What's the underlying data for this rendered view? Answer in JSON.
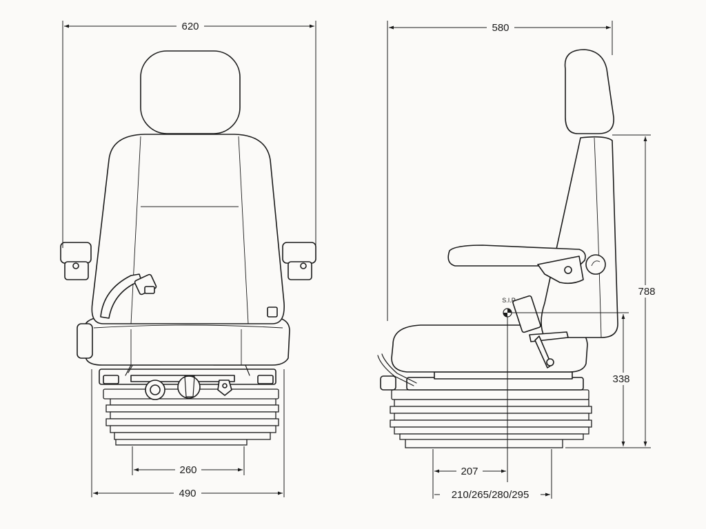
{
  "front_view": {
    "overall_width_label": "620",
    "base_width_label": "490",
    "suspension_width_label": "260"
  },
  "side_view": {
    "overall_depth_label": "580",
    "overall_height_label": "788",
    "sip_height_label": "338",
    "sip_offset_label": "207",
    "slide_positions_label": "210/265/280/295",
    "sip_marker_label": "S.I.P"
  }
}
